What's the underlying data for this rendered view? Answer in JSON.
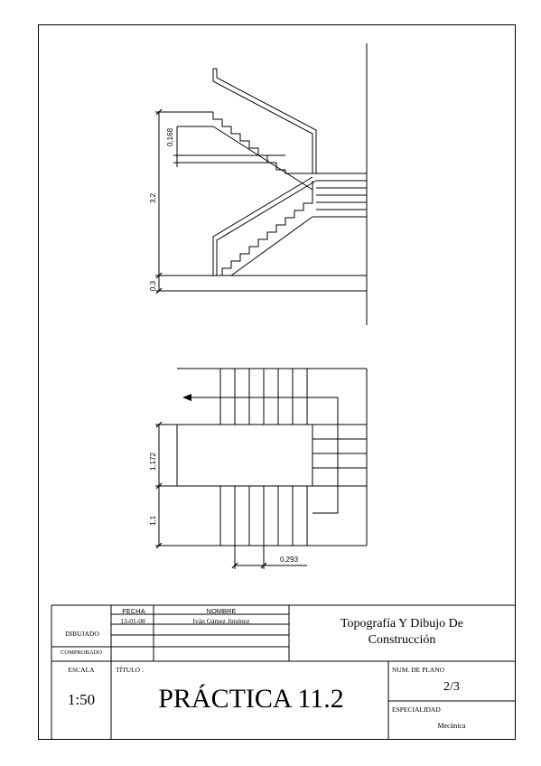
{
  "drawing": {
    "dims": {
      "riser": "0,168",
      "height": "3,2",
      "slab": "0,3",
      "landing": "1,172",
      "flight_width": "1,1",
      "tread": "0,293"
    }
  },
  "title_block": {
    "fecha_header": "FECHA",
    "nombre_header": "NOMBRE",
    "dibujado_label": "DIBUJADO",
    "comprobado_label": "COMPROBADO",
    "dibujado_date": "13-01-08",
    "dibujado_name": "Iván Gámez Jiménez",
    "project_title_line1": "Topografía Y Dibujo De",
    "project_title_line2": "Construcción",
    "escala_label": "ESCALA",
    "escala_value": "1:50",
    "titulo_label": "TÍTULO :",
    "titulo_value": "PRÁCTICA 11.2",
    "num_plano_label": "NUM. DE PLANO",
    "num_plano_value": "2/3",
    "especialidad_label": "ESPECIALIDAD",
    "especialidad_value": "Mecánica"
  }
}
